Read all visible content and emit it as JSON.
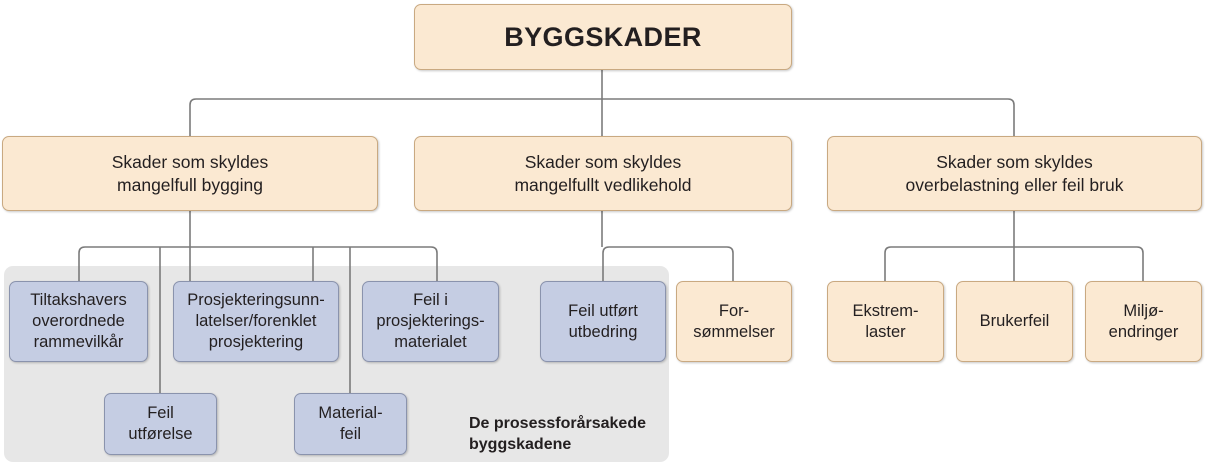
{
  "diagram": {
    "title": "BYGGSKADER",
    "colors": {
      "beige_fill": "#fbe9d2",
      "beige_border": "#c9a981",
      "blue_fill": "#c5cde3",
      "blue_border": "#8a93ad",
      "panel_fill": "#e7e7e7",
      "line": "#7b7b7b",
      "text": "#231f20",
      "background": "#ffffff"
    },
    "root": {
      "label": "BYGGSKADER"
    },
    "level2": [
      {
        "label": "Skader som skyldes\nmangelfull bygging"
      },
      {
        "label": "Skader som skyldes\nmangelfullt vedlikehold"
      },
      {
        "label": "Skader som skyldes\noverbelastning eller feil bruk"
      }
    ],
    "level3": [
      {
        "label": "Tiltakshavers\noverordnede\nrammevilkår",
        "style": "blue",
        "parent": 0
      },
      {
        "label": "Prosjekteringsunn-\nlatelser/forenklet\nprosjektering",
        "style": "blue",
        "parent": 0
      },
      {
        "label": "Feil i\nprosjekterings-\nmaterialet",
        "style": "blue",
        "parent": 0
      },
      {
        "label": "Feil utført\nutbedring",
        "style": "blue",
        "parent": 1
      },
      {
        "label": "For-\nsømmelser",
        "style": "beige",
        "parent": 1
      },
      {
        "label": "Ekstrem-\nlaster",
        "style": "beige",
        "parent": 2
      },
      {
        "label": "Brukerfeil",
        "style": "beige",
        "parent": 2
      },
      {
        "label": "Miljø-\nendringer",
        "style": "beige",
        "parent": 2
      }
    ],
    "level4": [
      {
        "label": "Feil\nutførelse",
        "style": "blue"
      },
      {
        "label": "Material-\nfeil",
        "style": "blue"
      }
    ],
    "panel_caption": "De prosessforårsakede\nbyggskadene"
  }
}
